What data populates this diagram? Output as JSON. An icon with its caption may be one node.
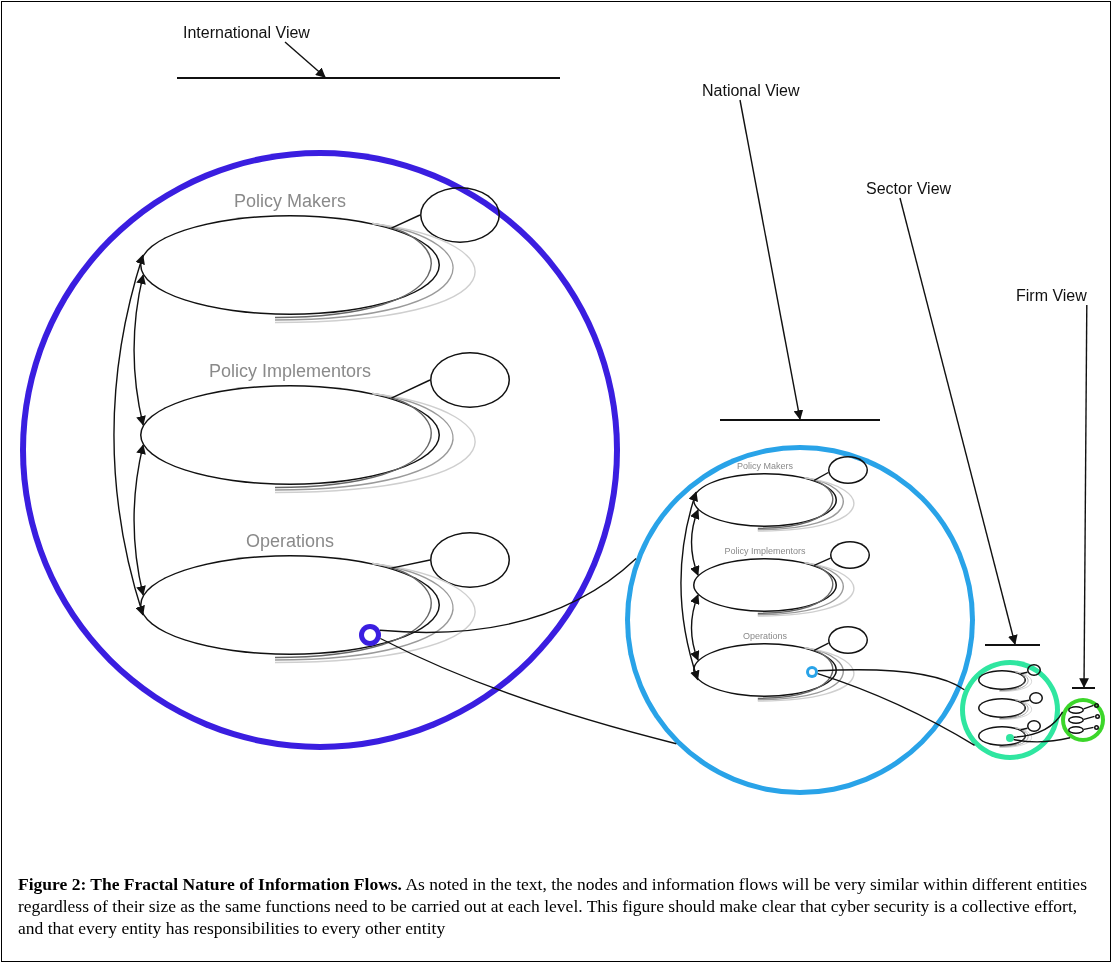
{
  "diagram": {
    "caption": "**Figure 2: The Fractal Nature of Information Flows.** As noted in the text, the nodes and information flows will be very similar within different entities regardless of their size as the same functions need to be carried out at each level. This figure should make clear that cyber security is a collective effort, and that every entity has responsibilities to every other entity",
    "nodes": [
      {
        "text": [
          "International View"
        ]
      },
      {
        "text": [],
        "shape": "bar"
      },
      {
        "text": [
          "National View"
        ]
      },
      {
        "text": [],
        "shape": "bar"
      },
      {
        "text": [
          "Sector View"
        ]
      },
      {
        "text": [],
        "shape": "bar"
      },
      {
        "text": [
          "Firm View"
        ]
      },
      {
        "text": [],
        "shape": "bar"
      },
      {
        "text": [],
        "shape": "circle"
      },
      {
        "text": [
          "Policy Makers"
        ],
        "in": 8
      },
      {
        "text": [],
        "shape": "ellipse",
        "in": 8
      },
      {
        "text": [
          "Policy Implementors"
        ],
        "in": 8
      },
      {
        "text": [],
        "shape": "ellipse",
        "in": 8
      },
      {
        "text": [
          "Operations"
        ],
        "in": 8
      },
      {
        "text": [],
        "shape": "ellipse",
        "in": 8
      },
      {
        "text": [],
        "shape": "circle",
        "in": 13
      },
      {
        "text": [],
        "shape": "circle"
      },
      {
        "text": [
          "Policy Makers"
        ],
        "in": 16
      },
      {
        "text": [],
        "shape": "ellipse",
        "in": 16
      },
      {
        "text": [
          "Policy Implementors"
        ],
        "in": 16
      },
      {
        "text": [],
        "shape": "ellipse",
        "in": 16
      },
      {
        "text": [
          "Operations"
        ],
        "in": 16
      },
      {
        "text": [],
        "shape": "ellipse",
        "in": 16
      },
      {
        "text": [],
        "shape": "circle",
        "in": 21
      },
      {
        "text": [],
        "shape": "circle"
      },
      {
        "text": [],
        "shape": "ellipse",
        "in": 24
      },
      {
        "text": [],
        "shape": "circle",
        "in": 24
      },
      {
        "text": [],
        "shape": "ellipse",
        "in": 24
      },
      {
        "text": [],
        "shape": "circle",
        "in": 24
      },
      {
        "text": [],
        "shape": "ellipse",
        "in": 24
      },
      {
        "text": [],
        "shape": "circle",
        "in": 24
      },
      {
        "text": [],
        "shape": "circle",
        "in": 29
      },
      {
        "text": [],
        "shape": "circle"
      },
      {
        "text": [],
        "shape": "ellipse",
        "in": 32
      },
      {
        "text": [],
        "shape": "circle",
        "in": 32
      },
      {
        "text": [],
        "shape": "ellipse",
        "in": 32
      },
      {
        "text": [],
        "shape": "circle",
        "in": 32
      },
      {
        "text": [],
        "shape": "ellipse",
        "in": 32
      },
      {
        "text": [],
        "shape": "circle",
        "in": 32
      }
    ],
    "edges": [
      {
        "from": 0,
        "to": 1,
        "arrow": "to"
      },
      {
        "from": 2,
        "to": 3,
        "arrow": "to"
      },
      {
        "from": 4,
        "to": 5,
        "arrow": "to"
      },
      {
        "from": 6,
        "to": 7,
        "arrow": "to"
      },
      {
        "from": 9,
        "to": 11,
        "arrow": "both"
      },
      {
        "from": 11,
        "to": 13,
        "arrow": "both"
      },
      {
        "from": 9,
        "to": 13,
        "arrow": "both"
      },
      {
        "from": 9,
        "to": 10,
        "arrow": "none"
      },
      {
        "from": 11,
        "to": 12,
        "arrow": "none"
      },
      {
        "from": 13,
        "to": 14,
        "arrow": "none"
      },
      {
        "from": 15,
        "to": 16,
        "arrow": "none"
      },
      {
        "from": 15,
        "to": 16,
        "arrow": "none"
      },
      {
        "from": 17,
        "to": 19,
        "arrow": "both"
      },
      {
        "from": 19,
        "to": 21,
        "arrow": "both"
      },
      {
        "from": 17,
        "to": 21,
        "arrow": "both"
      },
      {
        "from": 17,
        "to": 18,
        "arrow": "none"
      },
      {
        "from": 19,
        "to": 20,
        "arrow": "none"
      },
      {
        "from": 21,
        "to": 22,
        "arrow": "none"
      },
      {
        "from": 23,
        "to": 24,
        "arrow": "none"
      },
      {
        "from": 23,
        "to": 24,
        "arrow": "none"
      },
      {
        "from": 25,
        "to": 26,
        "arrow": "none"
      },
      {
        "from": 27,
        "to": 28,
        "arrow": "none"
      },
      {
        "from": 29,
        "to": 30,
        "arrow": "none"
      },
      {
        "from": 31,
        "to": 32,
        "arrow": "none"
      },
      {
        "from": 31,
        "to": 32,
        "arrow": "none"
      },
      {
        "from": 33,
        "to": 34,
        "arrow": "none"
      },
      {
        "from": 35,
        "to": 36,
        "arrow": "none"
      },
      {
        "from": 37,
        "to": 38,
        "arrow": "none"
      }
    ]
  }
}
